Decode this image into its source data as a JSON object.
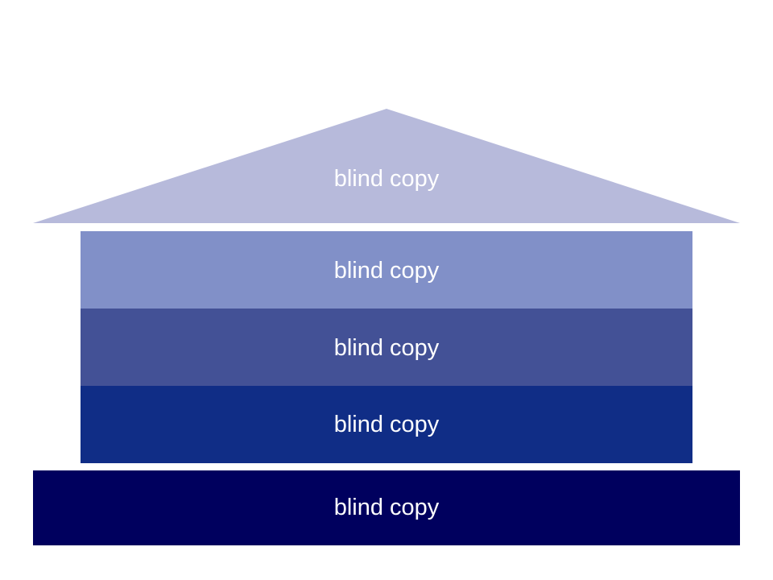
{
  "diagram": {
    "roof": {
      "label": "blind copy",
      "color": "#b7badb"
    },
    "bands": [
      {
        "label": "blind copy",
        "color": "#8190c8"
      },
      {
        "label": "blind copy",
        "color": "#435196"
      },
      {
        "label": "blind copy",
        "color": "#102d86"
      }
    ],
    "base": {
      "label": "blind copy",
      "color": "#00005e"
    }
  }
}
